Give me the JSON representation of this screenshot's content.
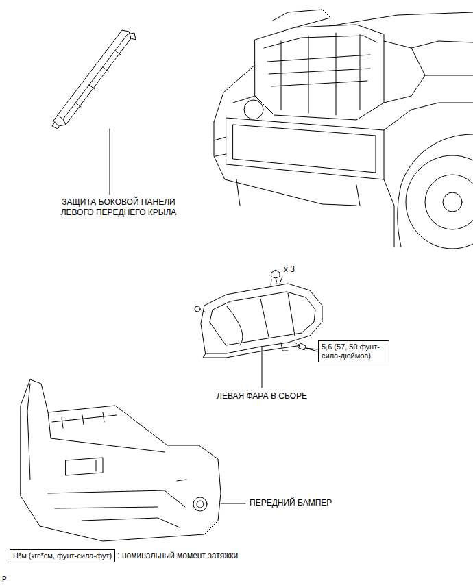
{
  "diagram": {
    "nodes": [
      {
        "text": [
          "5,6 (57, 50 фунт-сила-дюймов)"
        ]
      },
      {
        "text": [
          "Н*м (кгс*см, фунт-сила-фут)"
        ]
      }
    ],
    "labels": [
      "ЗАЩИТА БОКОВОЙ ПАНЕЛИ ЛЕВОГО ПЕРЕДНЕГО КРЫЛА",
      "x 3",
      "ЛЕВАЯ ФАРА В СБОРЕ",
      "ПЕРЕДНИЙ БАМПЕР",
      ": номинальный момент затяжки",
      "P"
    ]
  }
}
